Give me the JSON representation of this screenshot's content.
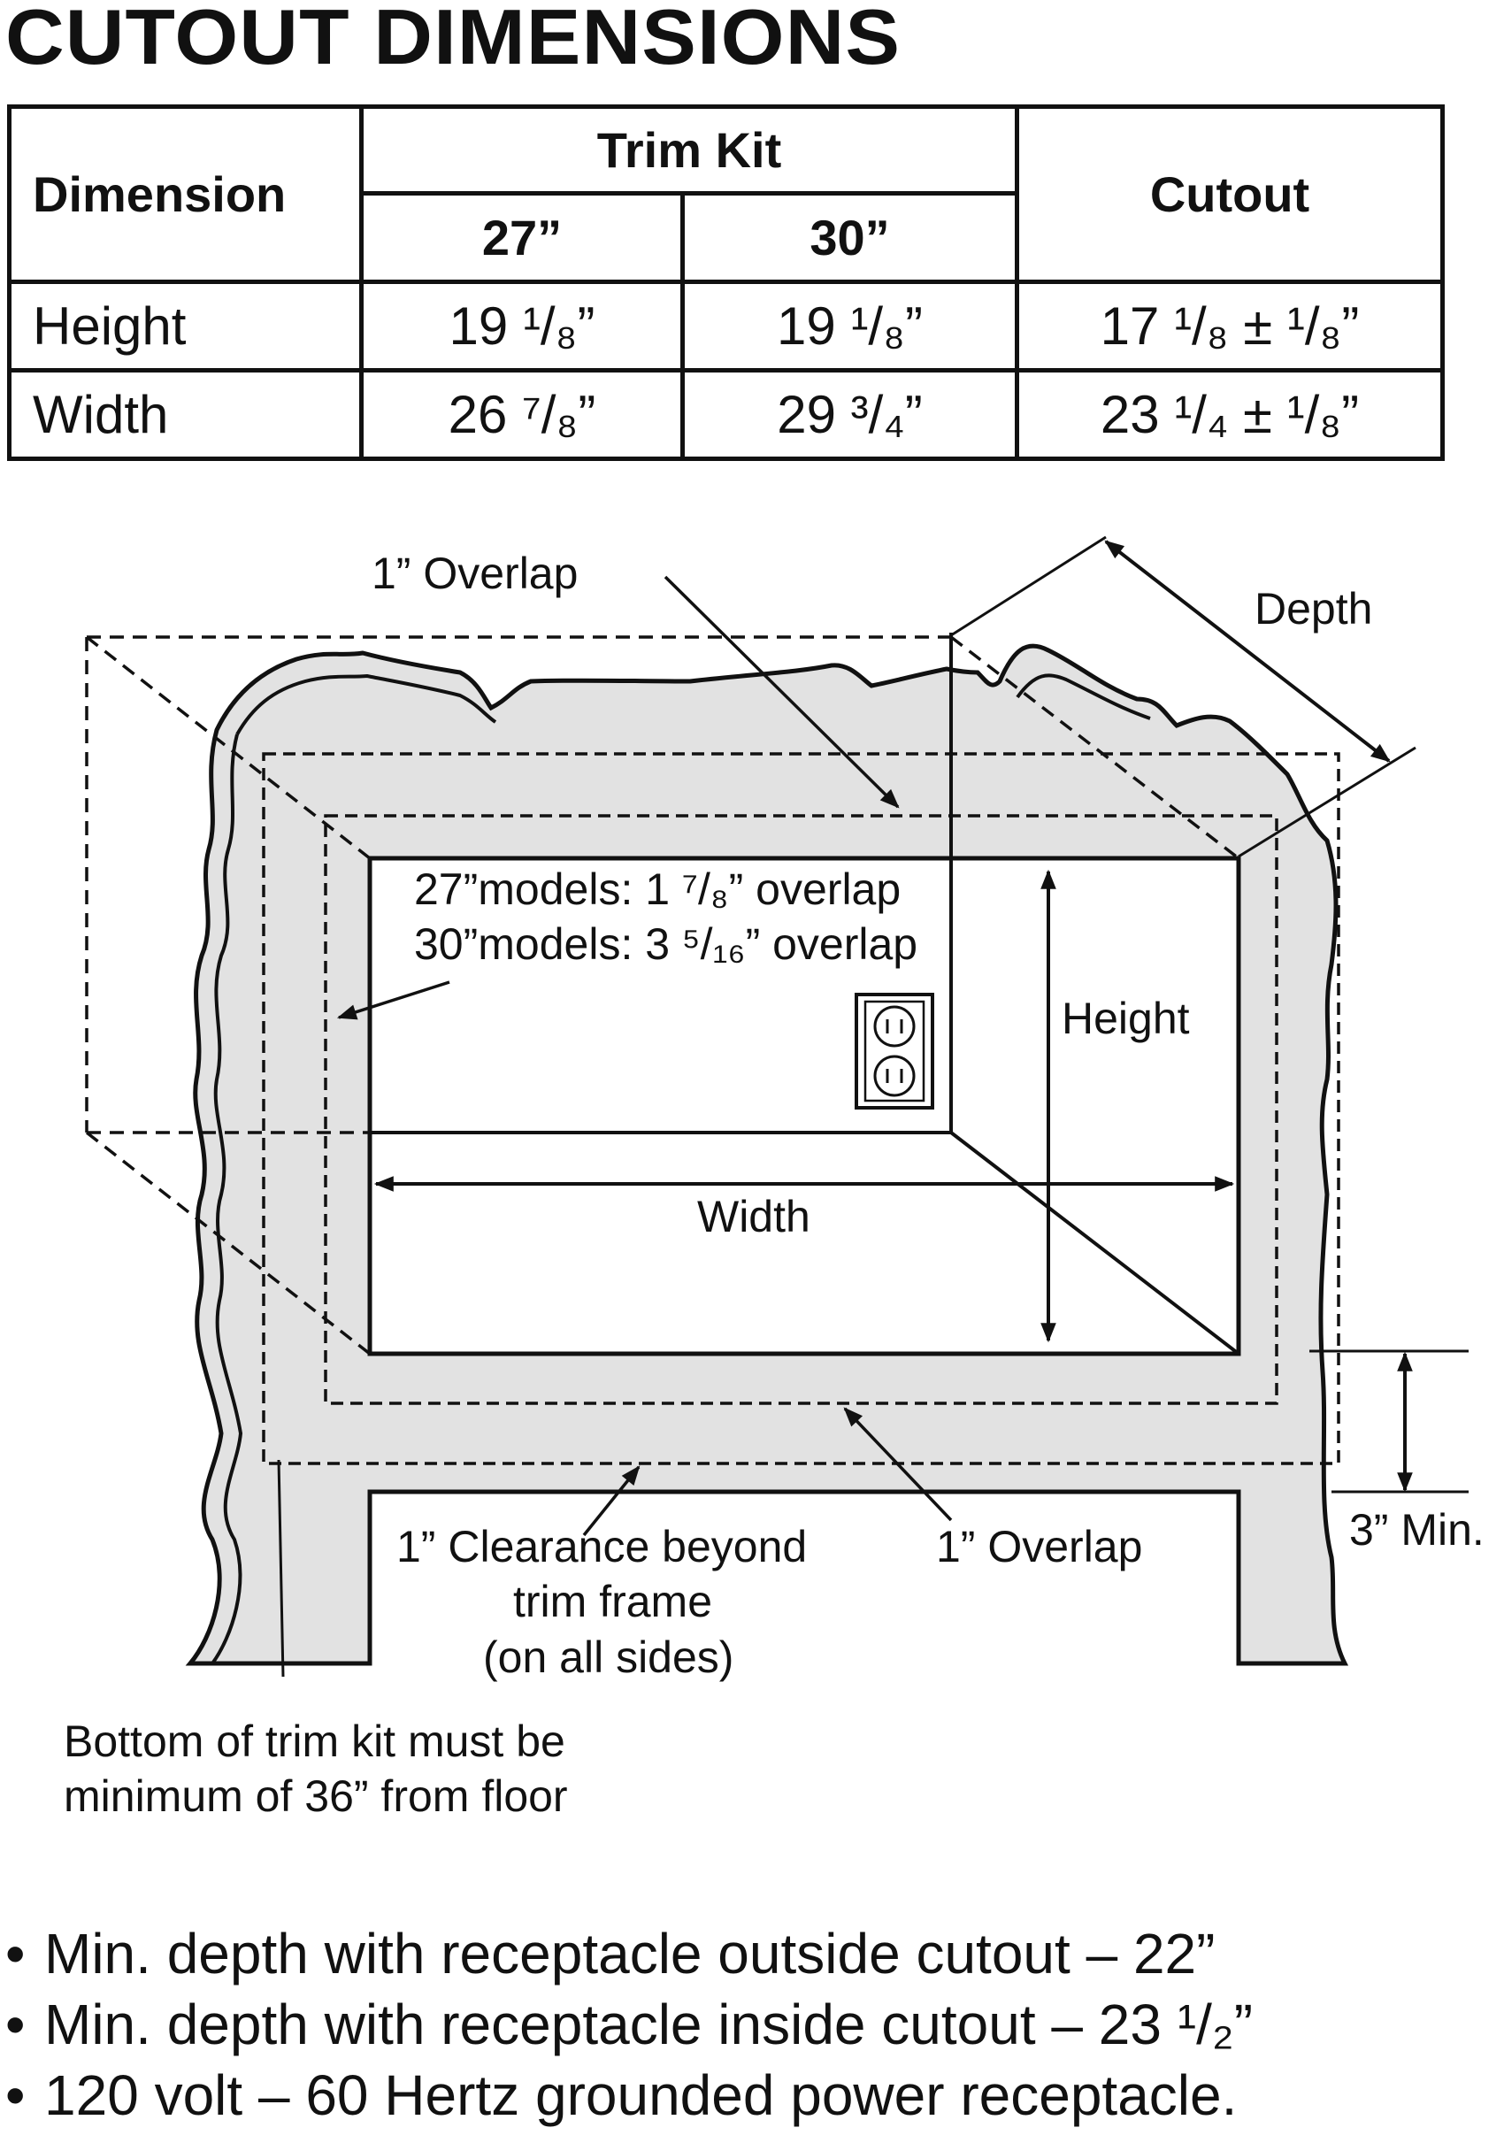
{
  "title": "CUTOUT DIMENSIONS",
  "table": {
    "header": {
      "dimension": "Dimension",
      "trim_kit": "Trim Kit",
      "trim_27": "27”",
      "trim_30": "30”",
      "cutout": "Cutout"
    },
    "rows": [
      {
        "label": "Height",
        "trim_27": "19 ¹/₈”",
        "trim_30": "19 ¹/₈”",
        "cutout": "17 ¹/₈ ± ¹/₈”"
      },
      {
        "label": "Width",
        "trim_27": "26 ⁷/₈”",
        "trim_30": "29 ³/₄”",
        "cutout": "23 ¹/₄ ± ¹/₈”"
      }
    ]
  },
  "diagram": {
    "overlap_top": "1” Overlap",
    "depth": "Depth",
    "models_27": "27”models: 1 ⁷/₈” overlap",
    "models_30": "30”models: 3 ⁵/₁₆” overlap",
    "height": "Height",
    "width": "Width",
    "clearance_line1": "1” Clearance beyond",
    "clearance_line2": "trim frame",
    "clearance_line3": "(on all sides)",
    "overlap_bottom": "1” Overlap",
    "min_3": "3” Min.",
    "bottom_note_line1": "Bottom of trim kit must be",
    "bottom_note_line2": "minimum of 36” from floor"
  },
  "notes": [
    "Min. depth with receptacle outside cutout – 22”",
    "Min. depth with receptacle inside cutout – 23 ¹/₂”",
    "120 volt – 60 Hertz grounded power receptacle."
  ]
}
